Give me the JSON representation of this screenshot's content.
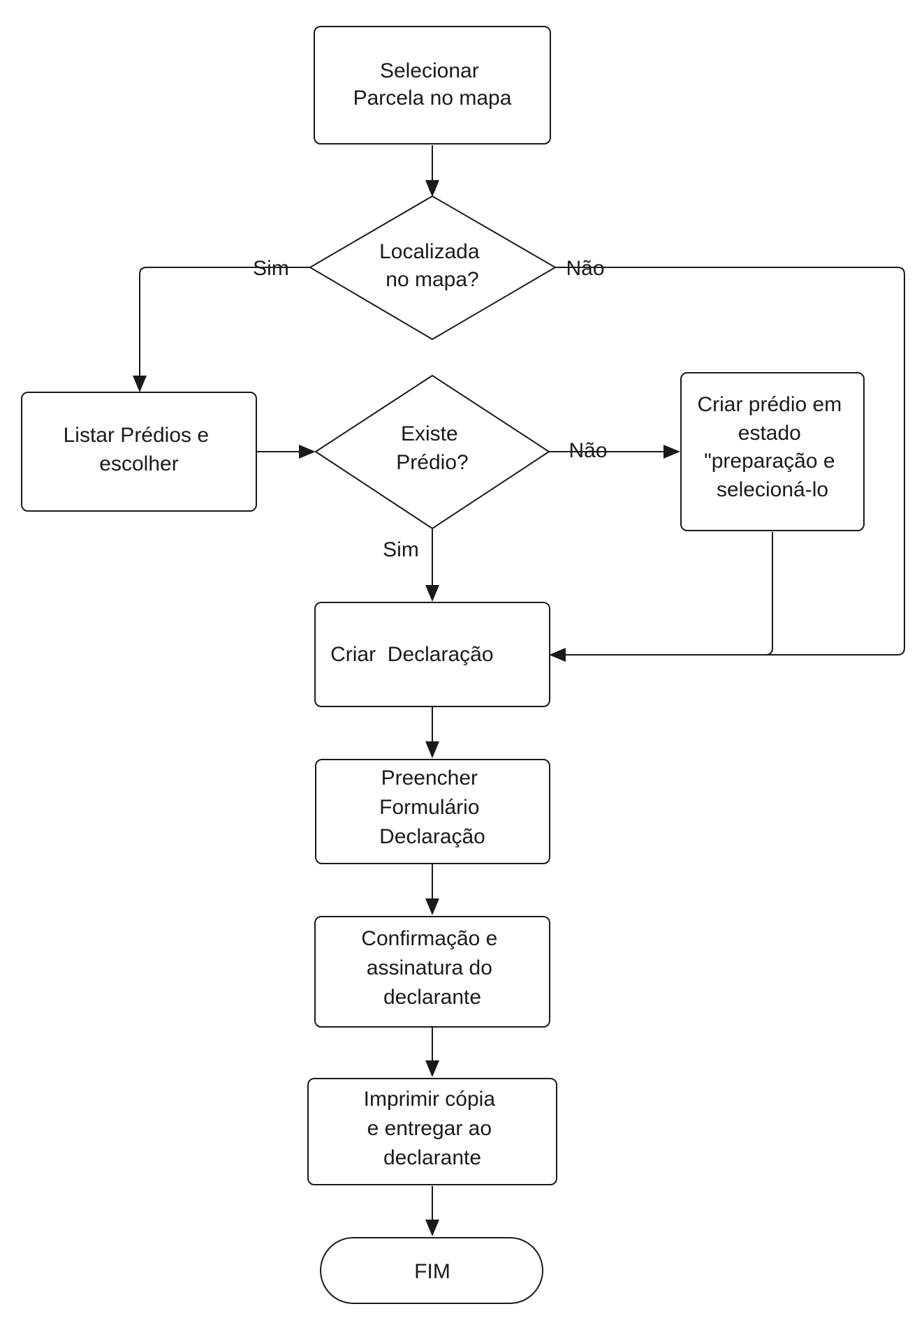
{
  "diagram": {
    "type": "flowchart",
    "nodes": {
      "start": {
        "shape": "process",
        "lines": [
          "Selecionar",
          "Parcela no mapa"
        ]
      },
      "decision_map": {
        "shape": "decision",
        "lines": [
          "Localizada",
          "no mapa?"
        ]
      },
      "list_buildings": {
        "shape": "process",
        "lines": [
          "Listar Prédios e",
          "escolher"
        ]
      },
      "decision_building": {
        "shape": "decision",
        "lines": [
          "Existe",
          "Prédio?"
        ]
      },
      "create_building": {
        "shape": "process",
        "lines": [
          "Criar prédio em",
          "estado",
          "\"preparação e",
          "selecioná-lo"
        ]
      },
      "create_declaration": {
        "shape": "process",
        "lines": [
          "Criar  Declaração"
        ]
      },
      "fill_form": {
        "shape": "process",
        "lines": [
          "Preencher",
          "Formulário",
          "Declaração"
        ]
      },
      "confirm_sign": {
        "shape": "process",
        "lines": [
          "Confirmação e",
          "assinatura do",
          "declarante"
        ]
      },
      "print_copy": {
        "shape": "process",
        "lines": [
          "Imprimir cópia",
          "e entregar ao",
          "declarante"
        ]
      },
      "end": {
        "shape": "terminator",
        "lines": [
          "FIM"
        ]
      }
    },
    "edges": [
      {
        "from": "start",
        "to": "decision_map",
        "label": ""
      },
      {
        "from": "decision_map",
        "to": "list_buildings",
        "label": "Sim"
      },
      {
        "from": "decision_map",
        "to": "create_declaration",
        "label": "Não"
      },
      {
        "from": "list_buildings",
        "to": "decision_building",
        "label": ""
      },
      {
        "from": "decision_building",
        "to": "create_building",
        "label": "Não"
      },
      {
        "from": "decision_building",
        "to": "create_declaration",
        "label": "Sim"
      },
      {
        "from": "create_building",
        "to": "create_declaration",
        "label": ""
      },
      {
        "from": "create_declaration",
        "to": "fill_form",
        "label": ""
      },
      {
        "from": "fill_form",
        "to": "confirm_sign",
        "label": ""
      },
      {
        "from": "confirm_sign",
        "to": "print_copy",
        "label": ""
      },
      {
        "from": "print_copy",
        "to": "end",
        "label": ""
      }
    ]
  }
}
